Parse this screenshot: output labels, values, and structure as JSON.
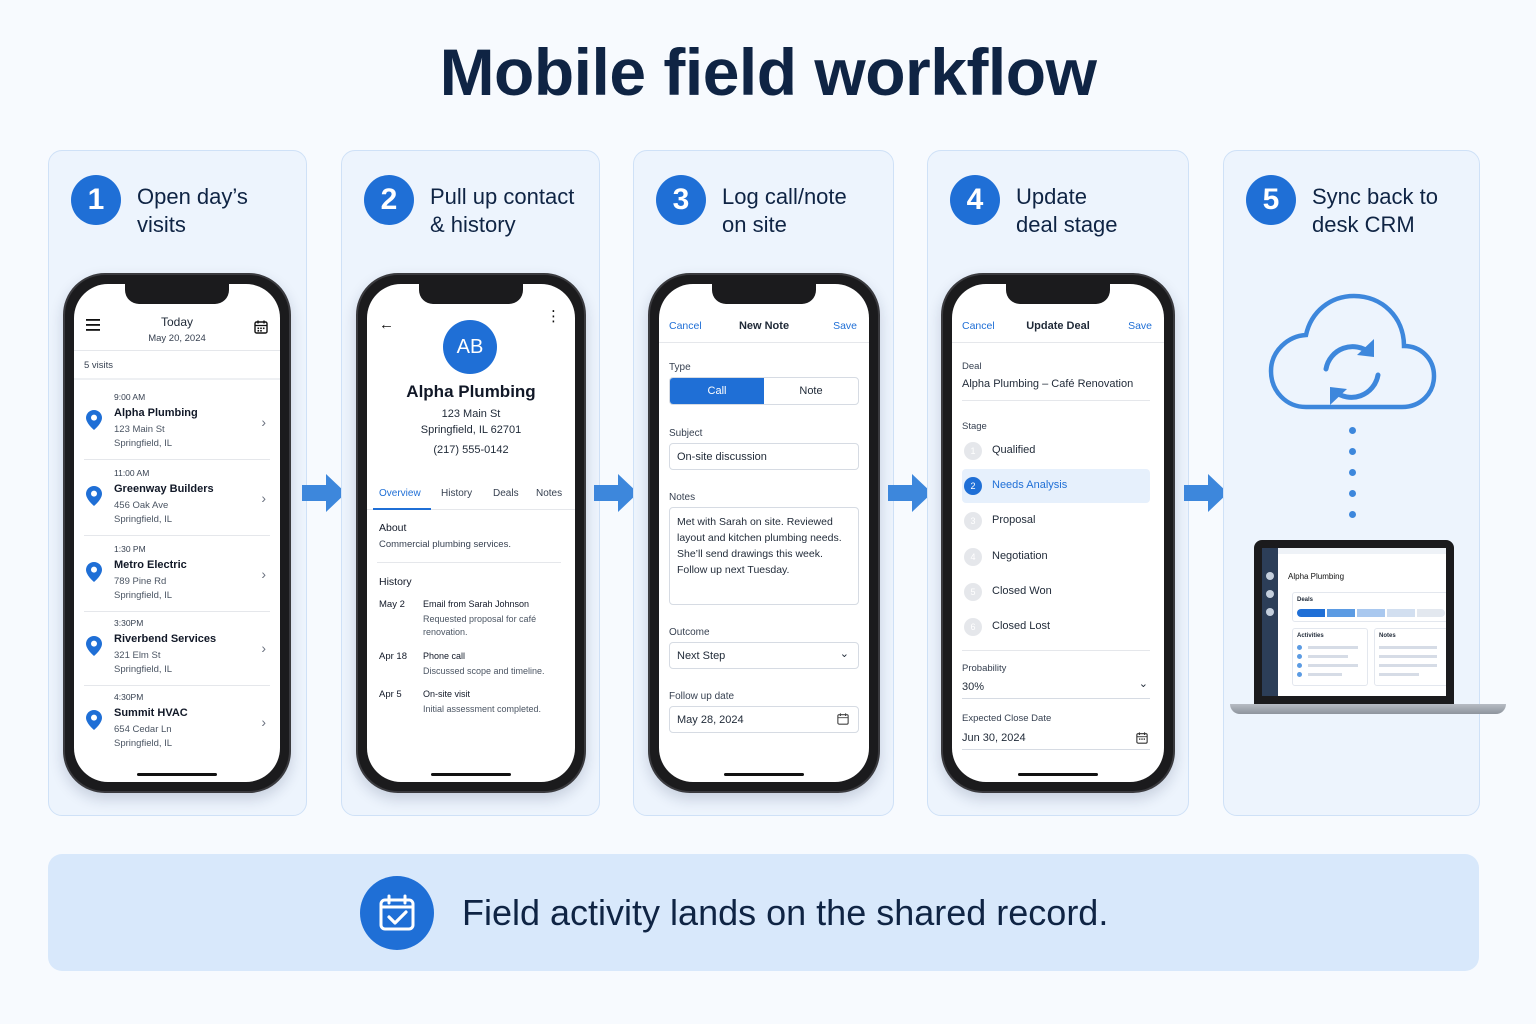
{
  "title": "Mobile field workflow",
  "steps": [
    {
      "num": "1",
      "title": "Open day’s\nvisits"
    },
    {
      "num": "2",
      "title": "Pull up contact\n& history"
    },
    {
      "num": "3",
      "title": "Log call/note\non site"
    },
    {
      "num": "4",
      "title": "Update\ndeal stage"
    },
    {
      "num": "5",
      "title": "Sync back to\ndesk CRM"
    }
  ],
  "visits_screen": {
    "header_title": "Today",
    "header_date": "May 20, 2024",
    "count": "5 visits",
    "visits": [
      {
        "time": "9:00 AM",
        "name": "Alpha Plumbing",
        "street": "123 Main St",
        "city": "Springfield, IL"
      },
      {
        "time": "11:00 AM",
        "name": "Greenway Builders",
        "street": "456 Oak Ave",
        "city": "Springfield, IL"
      },
      {
        "time": "1:30 PM",
        "name": "Metro Electric",
        "street": "789 Pine Rd",
        "city": "Springfield, IL"
      },
      {
        "time": "3:30PM",
        "name": "Riverbend Services",
        "street": "321 Elm St",
        "city": "Springfield, IL"
      },
      {
        "time": "4:30PM",
        "name": "Summit HVAC",
        "street": "654 Cedar Ln",
        "city": "Springfield, IL"
      }
    ]
  },
  "contact_screen": {
    "initials": "AB",
    "name": "Alpha Plumbing",
    "street": "123 Main St",
    "city": "Springfield, IL 62701",
    "phone": "(217) 555-0142",
    "tabs": [
      "Overview",
      "History",
      "Deals",
      "Notes"
    ],
    "about_label": "About",
    "about_text": "Commercial plumbing services.",
    "history_label": "History",
    "history": [
      {
        "date": "May 2",
        "title": "Email from Sarah Johnson",
        "desc": "Requested proposal for café renovation."
      },
      {
        "date": "Apr 18",
        "title": "Phone call",
        "desc": "Discussed scope and timeline."
      },
      {
        "date": "Apr 5",
        "title": "On-site visit",
        "desc": "Initial assessment completed."
      }
    ]
  },
  "note_screen": {
    "cancel": "Cancel",
    "title": "New Note",
    "save": "Save",
    "type_label": "Type",
    "type_options": [
      "Call",
      "Note"
    ],
    "subject_label": "Subject",
    "subject_value": "On-site discussion",
    "notes_label": "Notes",
    "notes_value": "Met with Sarah on site. Reviewed layout and kitchen plumbing needs. She’ll send drawings this week. Follow up next Tuesday.",
    "outcome_label": "Outcome",
    "outcome_value": "Next Step",
    "follow_label": "Follow up date",
    "follow_value": "May 28, 2024"
  },
  "deal_screen": {
    "cancel": "Cancel",
    "title": "Update Deal",
    "save": "Save",
    "deal_label": "Deal",
    "deal_value": "Alpha Plumbing – Café Renovation",
    "stage_label": "Stage",
    "stages": [
      {
        "num": "1",
        "name": "Qualified"
      },
      {
        "num": "2",
        "name": "Needs Analysis"
      },
      {
        "num": "3",
        "name": "Proposal"
      },
      {
        "num": "4",
        "name": "Negotiation"
      },
      {
        "num": "5",
        "name": "Closed Won"
      },
      {
        "num": "6",
        "name": "Closed Lost"
      }
    ],
    "active_stage": 2,
    "probability_label": "Probability",
    "probability_value": "30%",
    "close_label": "Expected Close Date",
    "close_value": "Jun 30, 2024"
  },
  "laptop_screen": {
    "account": "Alpha Plumbing",
    "deals_label": "Deals",
    "activities_label": "Activities",
    "notes_label": "Notes"
  },
  "footer": "Field activity lands on the shared record.",
  "colors": {
    "accent": "#1f6fd6",
    "panel": "#edf4fd",
    "banner": "#d8e8fb",
    "title": "#0f2444"
  }
}
